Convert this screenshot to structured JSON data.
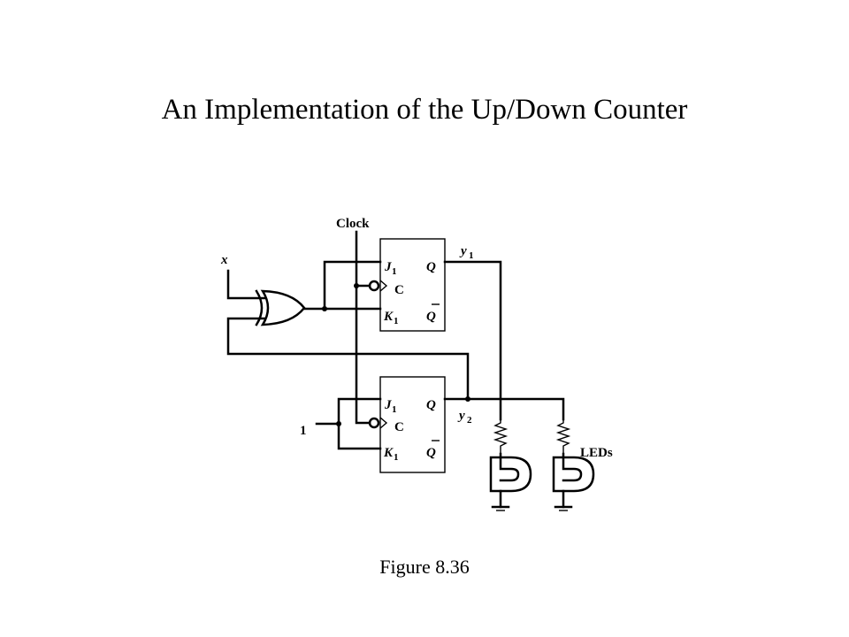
{
  "title": "An Implementation of the Up/Down Counter",
  "caption": "Figure 8.36",
  "labels": {
    "clock": "Clock",
    "x": "x",
    "one": "1",
    "leds": "LEDs",
    "y": "y",
    "y1_sub": "1",
    "y2_sub": "2"
  },
  "flipflops": [
    {
      "j": "J",
      "j_sub": "1",
      "k": "K",
      "k_sub": "1",
      "c": "C",
      "q": "Q",
      "qbar": "Q"
    },
    {
      "j": "J",
      "j_sub": "1",
      "k": "K",
      "k_sub": "1",
      "c": "C",
      "q": "Q",
      "qbar": "Q"
    }
  ]
}
